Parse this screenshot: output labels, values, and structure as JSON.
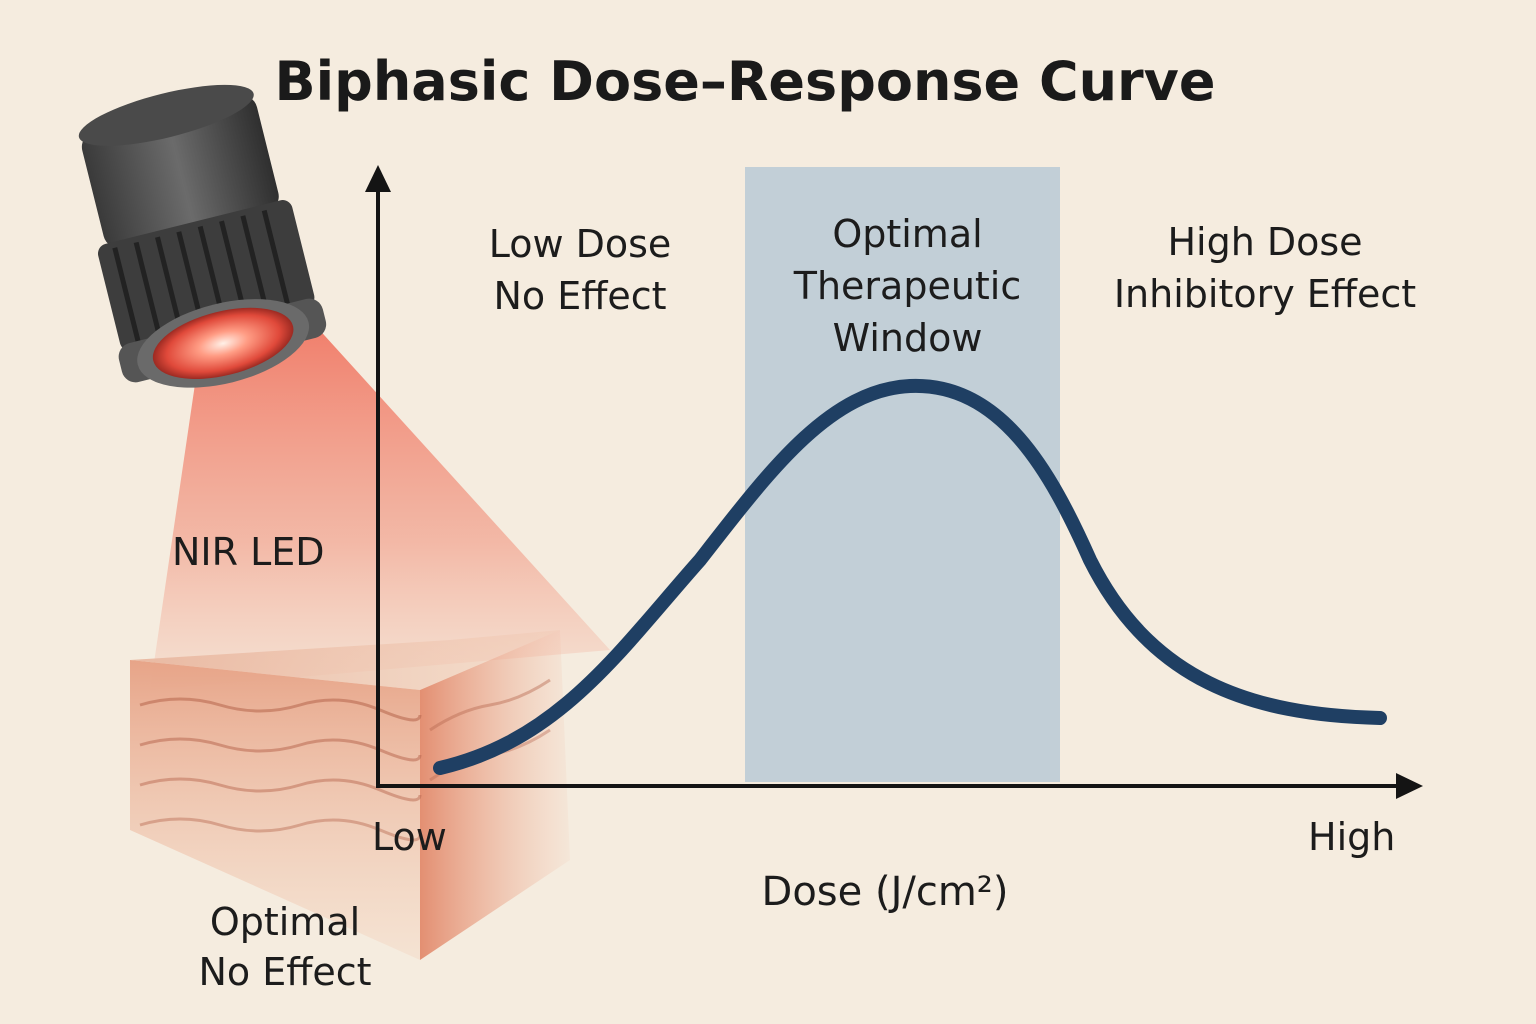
{
  "title": "Biphasic Dose–Response Curve",
  "zones": {
    "low": [
      "Low Dose",
      "No Effect"
    ],
    "optimal": [
      "Optimal",
      "Therapeutic",
      "Window"
    ],
    "high": [
      "High Dose",
      "Inhibitory Effect"
    ]
  },
  "x_axis": {
    "label": "Dose (J/cm²)",
    "low": "Low",
    "high": "High"
  },
  "device_label": "NIR LED",
  "skin_label": [
    "Optimal",
    "No Effect"
  ],
  "icons": {
    "device": "nir-led-lamp-icon",
    "tissue": "skin-tissue-block-icon"
  },
  "colors": {
    "background": "#f5ecdf",
    "curve": "#1f3f63",
    "window": "#b9cad6",
    "light_beam": "#ef5a45",
    "axis": "#141414"
  }
}
